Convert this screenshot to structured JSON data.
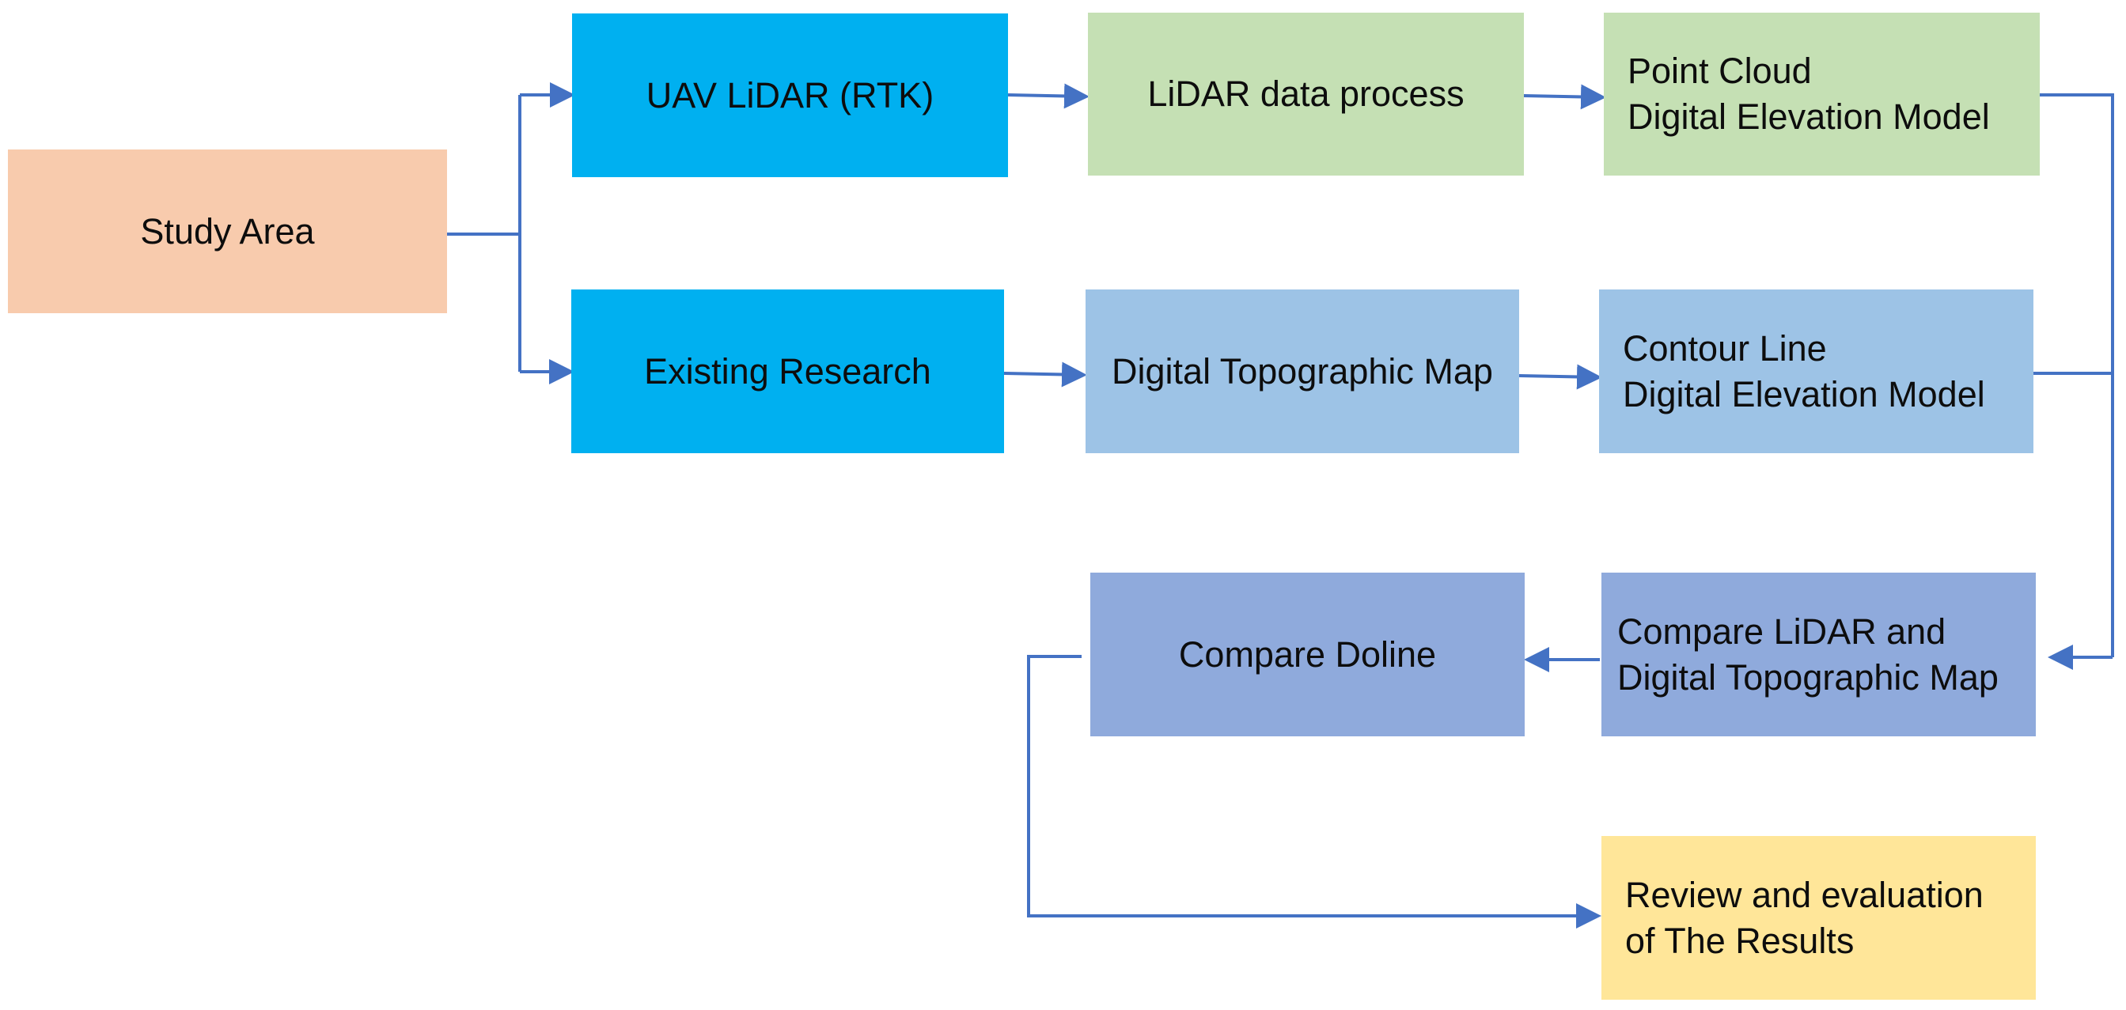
{
  "colors": {
    "connector": "#4472c4",
    "study_area": "#f8cbad",
    "bright_blue": "#00b0f0",
    "light_green": "#c5e0b4",
    "light_blue": "#9dc3e6",
    "periwinkle": "#8faadc",
    "light_yellow": "#ffe699"
  },
  "nodes": {
    "study_area": "Study Area",
    "uav_lidar": "UAV LiDAR (RTK)",
    "lidar_process": "LiDAR data process",
    "point_cloud": "Point Cloud\nDigital Elevation Model",
    "existing_research": "Existing Research",
    "digital_topo": "Digital Topographic Map",
    "contour_line": "Contour Line\nDigital Elevation Model",
    "compare_lidar": "Compare LiDAR and\nDigital Topographic Map",
    "compare_doline": "Compare Doline",
    "review": "Review and evaluation\nof The Results"
  }
}
